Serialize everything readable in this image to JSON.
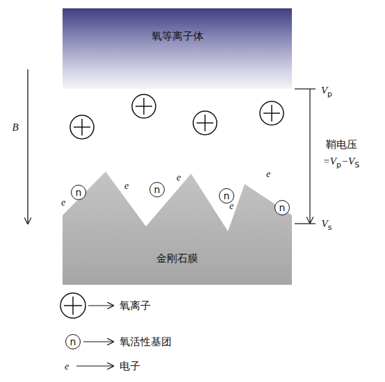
{
  "diagram": {
    "nodes": [
      {
        "text": [
          "氧等离子体"
        ]
      },
      {
        "text": [
          "n"
        ]
      },
      {
        "text": [
          "n"
        ]
      },
      {
        "text": [
          "n"
        ]
      },
      {
        "text": [
          "n"
        ]
      },
      {
        "text": [
          "金刚石膜"
        ]
      },
      {
        "text": [
          "n"
        ]
      }
    ],
    "labels": [
      "B",
      "V",
      "p",
      "鞘电压",
      "=V",
      "p",
      "−V",
      "S",
      "V",
      "s",
      "e",
      "e",
      "e",
      "e",
      "e",
      "e"
    ],
    "legend": [
      {
        "text": "氧离子"
      },
      {
        "text": "氧活性基团"
      },
      {
        "text": "电子"
      }
    ]
  }
}
